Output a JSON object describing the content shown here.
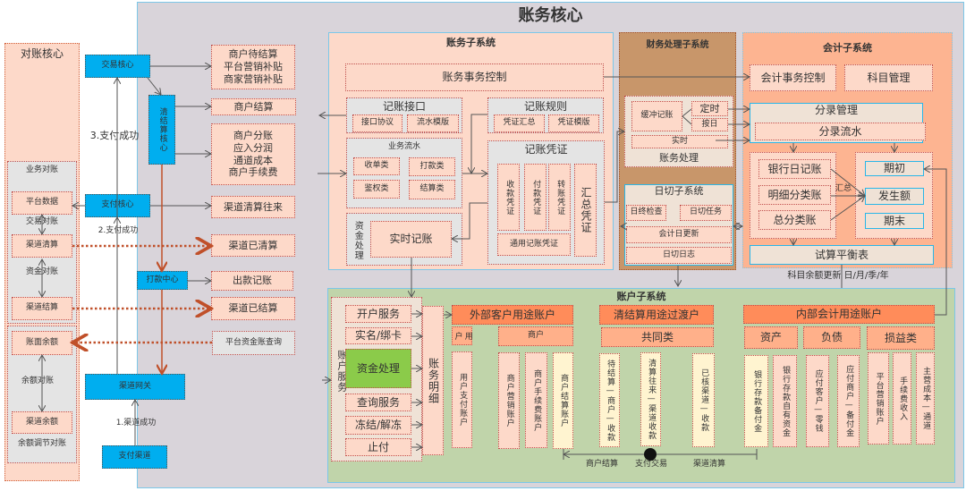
{
  "title": "账务核心",
  "recon": {
    "title": "对账核心",
    "biz_recon": "业务对账",
    "platform_data": "平台数据",
    "trade_recon": "交易对账",
    "channel_clearing": "渠道清算",
    "fund_recon": "资金对账",
    "channel_settlement": "渠道结算",
    "book_balance": "账面余额",
    "balance_recon": "余额对账",
    "channel_balance": "渠道余额",
    "balance_adjust": "余额调节对账"
  },
  "cores": {
    "trade": "交易核心",
    "clearing": "清结算核心",
    "payment": "支付核心",
    "payout": "打款中心",
    "gateway": "渠道网关",
    "channel": "支付渠道",
    "step3": "3.支付成功",
    "step2": "2.支付成功",
    "step1": "1.渠道成功"
  },
  "acct_service": {
    "title": "账务服务",
    "pending": "商户待结算\n平台营销补贴\n商家营销补贴",
    "merchant_settle": "商户结算",
    "split": "商户分账\n应入分润\n通道成本\n商户手续费",
    "channel_clearing_flow": "渠道清算往来",
    "channel_cleared": "渠道已清算",
    "payout_booking": "出款记账",
    "channel_settled": "渠道已结算",
    "platform_fund_query": "平台资金账查询"
  },
  "ledger_sub": {
    "title": "账务子系统",
    "txn_control": "账务事务控制",
    "interface": "记账接口",
    "protocol": "接口协议",
    "flow_template": "流水模版",
    "biz_flow": "业务流水",
    "acquiring": "收单类",
    "payout": "打款类",
    "auth": "鉴权类",
    "settlement": "结算类",
    "fund_proc": "资金处理",
    "realtime": "实时记账",
    "rules": "记账规则",
    "voucher_summary": "凭证汇总",
    "voucher_template": "凭证模版",
    "voucher": "记账凭证",
    "receipt_voucher": "收款凭证",
    "payment_voucher": "付款凭证",
    "transfer_voucher": "转账凭证",
    "summary_voucher": "汇总凭证",
    "general_voucher": "通用记账凭证"
  },
  "finance_sub": {
    "title": "财务处理子系统",
    "buffer": "缓冲记账",
    "scheduled": "定时",
    "daily": "按日",
    "realtime": "实时",
    "processing": "账务处理",
    "eod_title": "日切子系统",
    "eod_check": "日终检查",
    "eod_task": "日切任务",
    "acct_date": "会计日更新",
    "eod_log": "日切日志"
  },
  "accounting_sub": {
    "title": "会计子系统",
    "txn_control": "会计事务控制",
    "subjects": "科目管理",
    "entry_mgmt": "分录管理",
    "entry_flow": "分录流水",
    "bank_journal": "银行日记账",
    "detail_ledger": "明细分类账",
    "general_ledger": "总分类账",
    "summarize": "汇总",
    "opening": "期初",
    "amount": "发生额",
    "closing": "期末",
    "trial_balance": "试算平衡表",
    "update_note": "科目余额更新 日/月/季/年"
  },
  "account_sub": {
    "title": "账户子系统",
    "service": "账户服务",
    "open": "开户服务",
    "kyc": "实名/绑卡",
    "fund_proc": "资金处理",
    "query": "查询服务",
    "freeze": "冻结/解冻",
    "stop_pay": "止付",
    "detail": "账务明细",
    "external": "外部客户用途账户",
    "user": "用户",
    "merchant": "商户",
    "user_pay": "用户支付账户",
    "merchant_marketing": "商户营销账户",
    "merchant_fee": "商户手续费账户",
    "merchant_settle": "商户结算账户",
    "clearing": "清结算用途过渡户",
    "common": "共同类",
    "pending_merchant": "待结算—商户—收款",
    "clearing_channel": "清算往来—渠道收款",
    "verified_channel": "已核渠道—收款",
    "internal": "内部会计用途账户",
    "assets": "资产",
    "liabilities": "负债",
    "pnl": "损益类",
    "bank_reserve": "银行存款备付金",
    "bank_own": "银行存款自有资金",
    "payable_customer": "应付客户—零钱",
    "payable_merchant": "应付商户—备付金",
    "platform_marketing": "平台营销账户",
    "fee_income": "手续费收入",
    "cost_channel": "主营成本—通道",
    "flow_merchant_settle": "商户结算",
    "flow_pay_txn": "支付交易",
    "flow_channel_clear": "渠道清算"
  }
}
